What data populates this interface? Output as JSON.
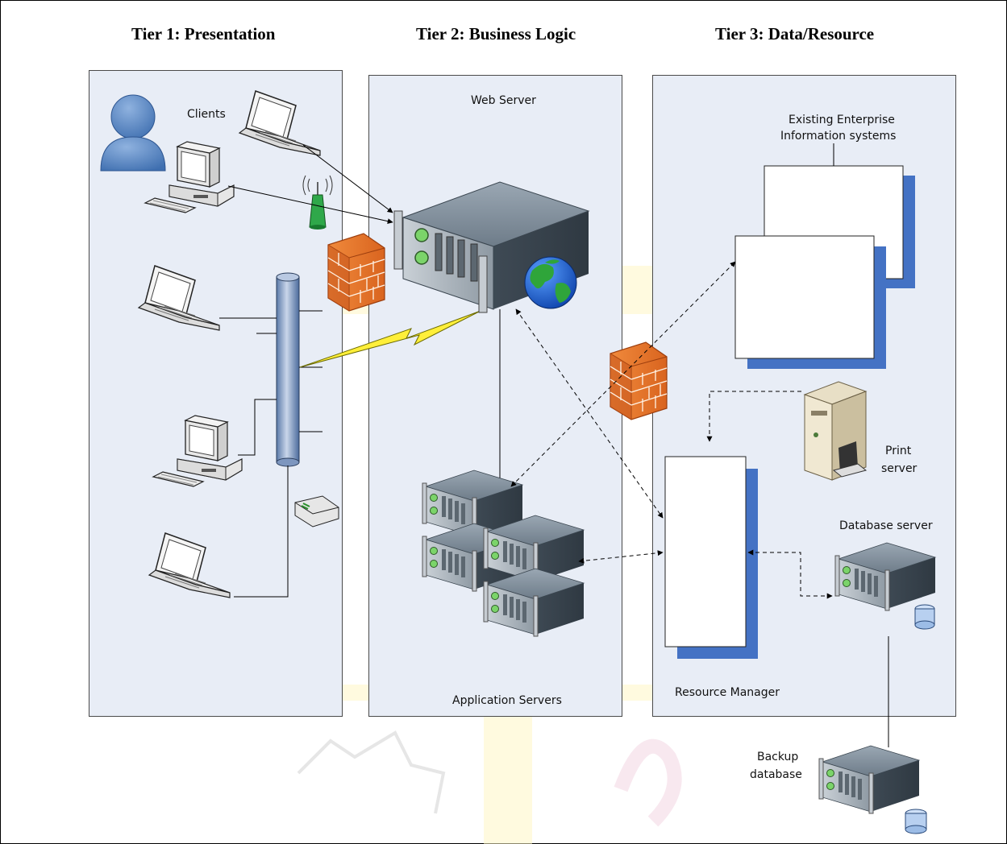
{
  "tiers": {
    "tier1": "Tier 1: Presentation",
    "tier2": "Tier 2: Business Logic",
    "tier3": "Tier 3: Data/Resource"
  },
  "labels": {
    "clients": "Clients",
    "web_server": "Web Server",
    "application_servers": "Application Servers",
    "eis_line1": "Existing Enterprise",
    "eis_line2": "Information systems",
    "print_line1": "Print",
    "print_line2": "server",
    "database_server": "Database server",
    "resource_manager": "Resource Manager",
    "backup_line1": "Backup",
    "backup_line2": "database"
  },
  "colors": {
    "panel_fill": "#e8edf6",
    "accent_blue": "#4472c4",
    "firewall_orange": "#e8762c",
    "watermark": "#fff3b0"
  }
}
